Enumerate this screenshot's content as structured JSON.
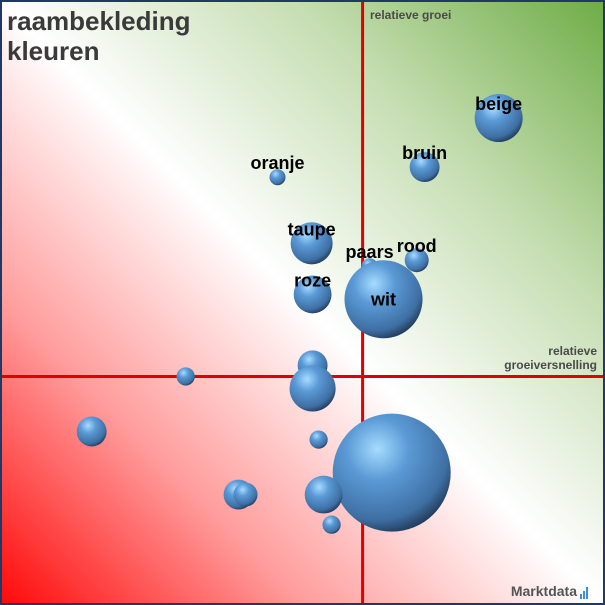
{
  "title_line1": "raambekleding",
  "title_line2": "kleuren",
  "brand": "Marktdata",
  "colors": {
    "axis": "#e00000",
    "bubble": "#4f8ac4",
    "frame": "#1f3864"
  },
  "chart_data": {
    "type": "scatter",
    "subtype": "bubble",
    "title": "raambekleding kleuren",
    "xlabel": "relatieve groeiversnelling",
    "ylabel": "relatieve groei",
    "xlim": [
      -1.5,
      1.0
    ],
    "ylim": [
      -0.98,
      1.62
    ],
    "crosshair": [
      0,
      0
    ],
    "grid": false,
    "points": [
      {
        "label": "beige",
        "x": 0.566,
        "y": 1.118,
        "size": 9.0
      },
      {
        "label": "bruin",
        "x": 0.258,
        "y": 0.906,
        "size": 3.5
      },
      {
        "label": "oranje",
        "x": -0.354,
        "y": 0.862,
        "size": 1.0
      },
      {
        "label": "taupe",
        "x": -0.212,
        "y": 0.576,
        "size": 6.9
      },
      {
        "label": "paars",
        "x": 0.029,
        "y": 0.477,
        "size": 1.0
      },
      {
        "label": "rood",
        "x": 0.225,
        "y": 0.503,
        "size": 2.25
      },
      {
        "label": "roze",
        "x": -0.208,
        "y": 0.355,
        "size": 5.6
      },
      {
        "label": "wit",
        "x": 0.087,
        "y": 0.334,
        "size": 23.8
      },
      {
        "label": "",
        "x": -0.208,
        "y": 0.048,
        "size": 3.5
      },
      {
        "label": "",
        "x": -0.208,
        "y": -0.052,
        "size": 8.3
      },
      {
        "label": "",
        "x": -0.736,
        "y": 0.0,
        "size": 1.3
      },
      {
        "label": "",
        "x": -1.127,
        "y": -0.238,
        "size": 3.5
      },
      {
        "label": "",
        "x": -0.183,
        "y": -0.273,
        "size": 1.3
      },
      {
        "label": "",
        "x": 0.121,
        "y": -0.416,
        "size": 54.4
      },
      {
        "label": "",
        "x": -0.516,
        "y": -0.511,
        "size": 3.5
      },
      {
        "label": "",
        "x": -0.487,
        "y": -0.511,
        "size": 2.25
      },
      {
        "label": "",
        "x": -0.162,
        "y": -0.511,
        "size": 5.6
      },
      {
        "label": "",
        "x": -0.129,
        "y": -0.641,
        "size": 1.3
      }
    ]
  }
}
